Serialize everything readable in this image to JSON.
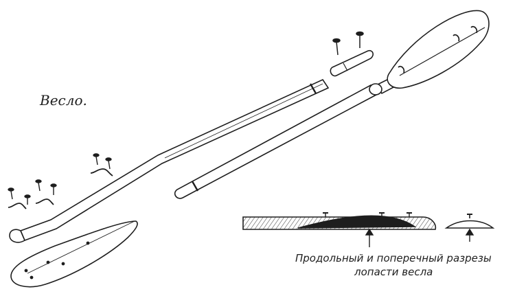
{
  "figure": {
    "title": "Весло.",
    "caption_line1": "Продольный и поперечный разрезы",
    "caption_line2": "лопасти весла"
  },
  "colors": {
    "ink": "#1e1e1e",
    "paper": "#ffffff",
    "hatch": "#555555"
  }
}
